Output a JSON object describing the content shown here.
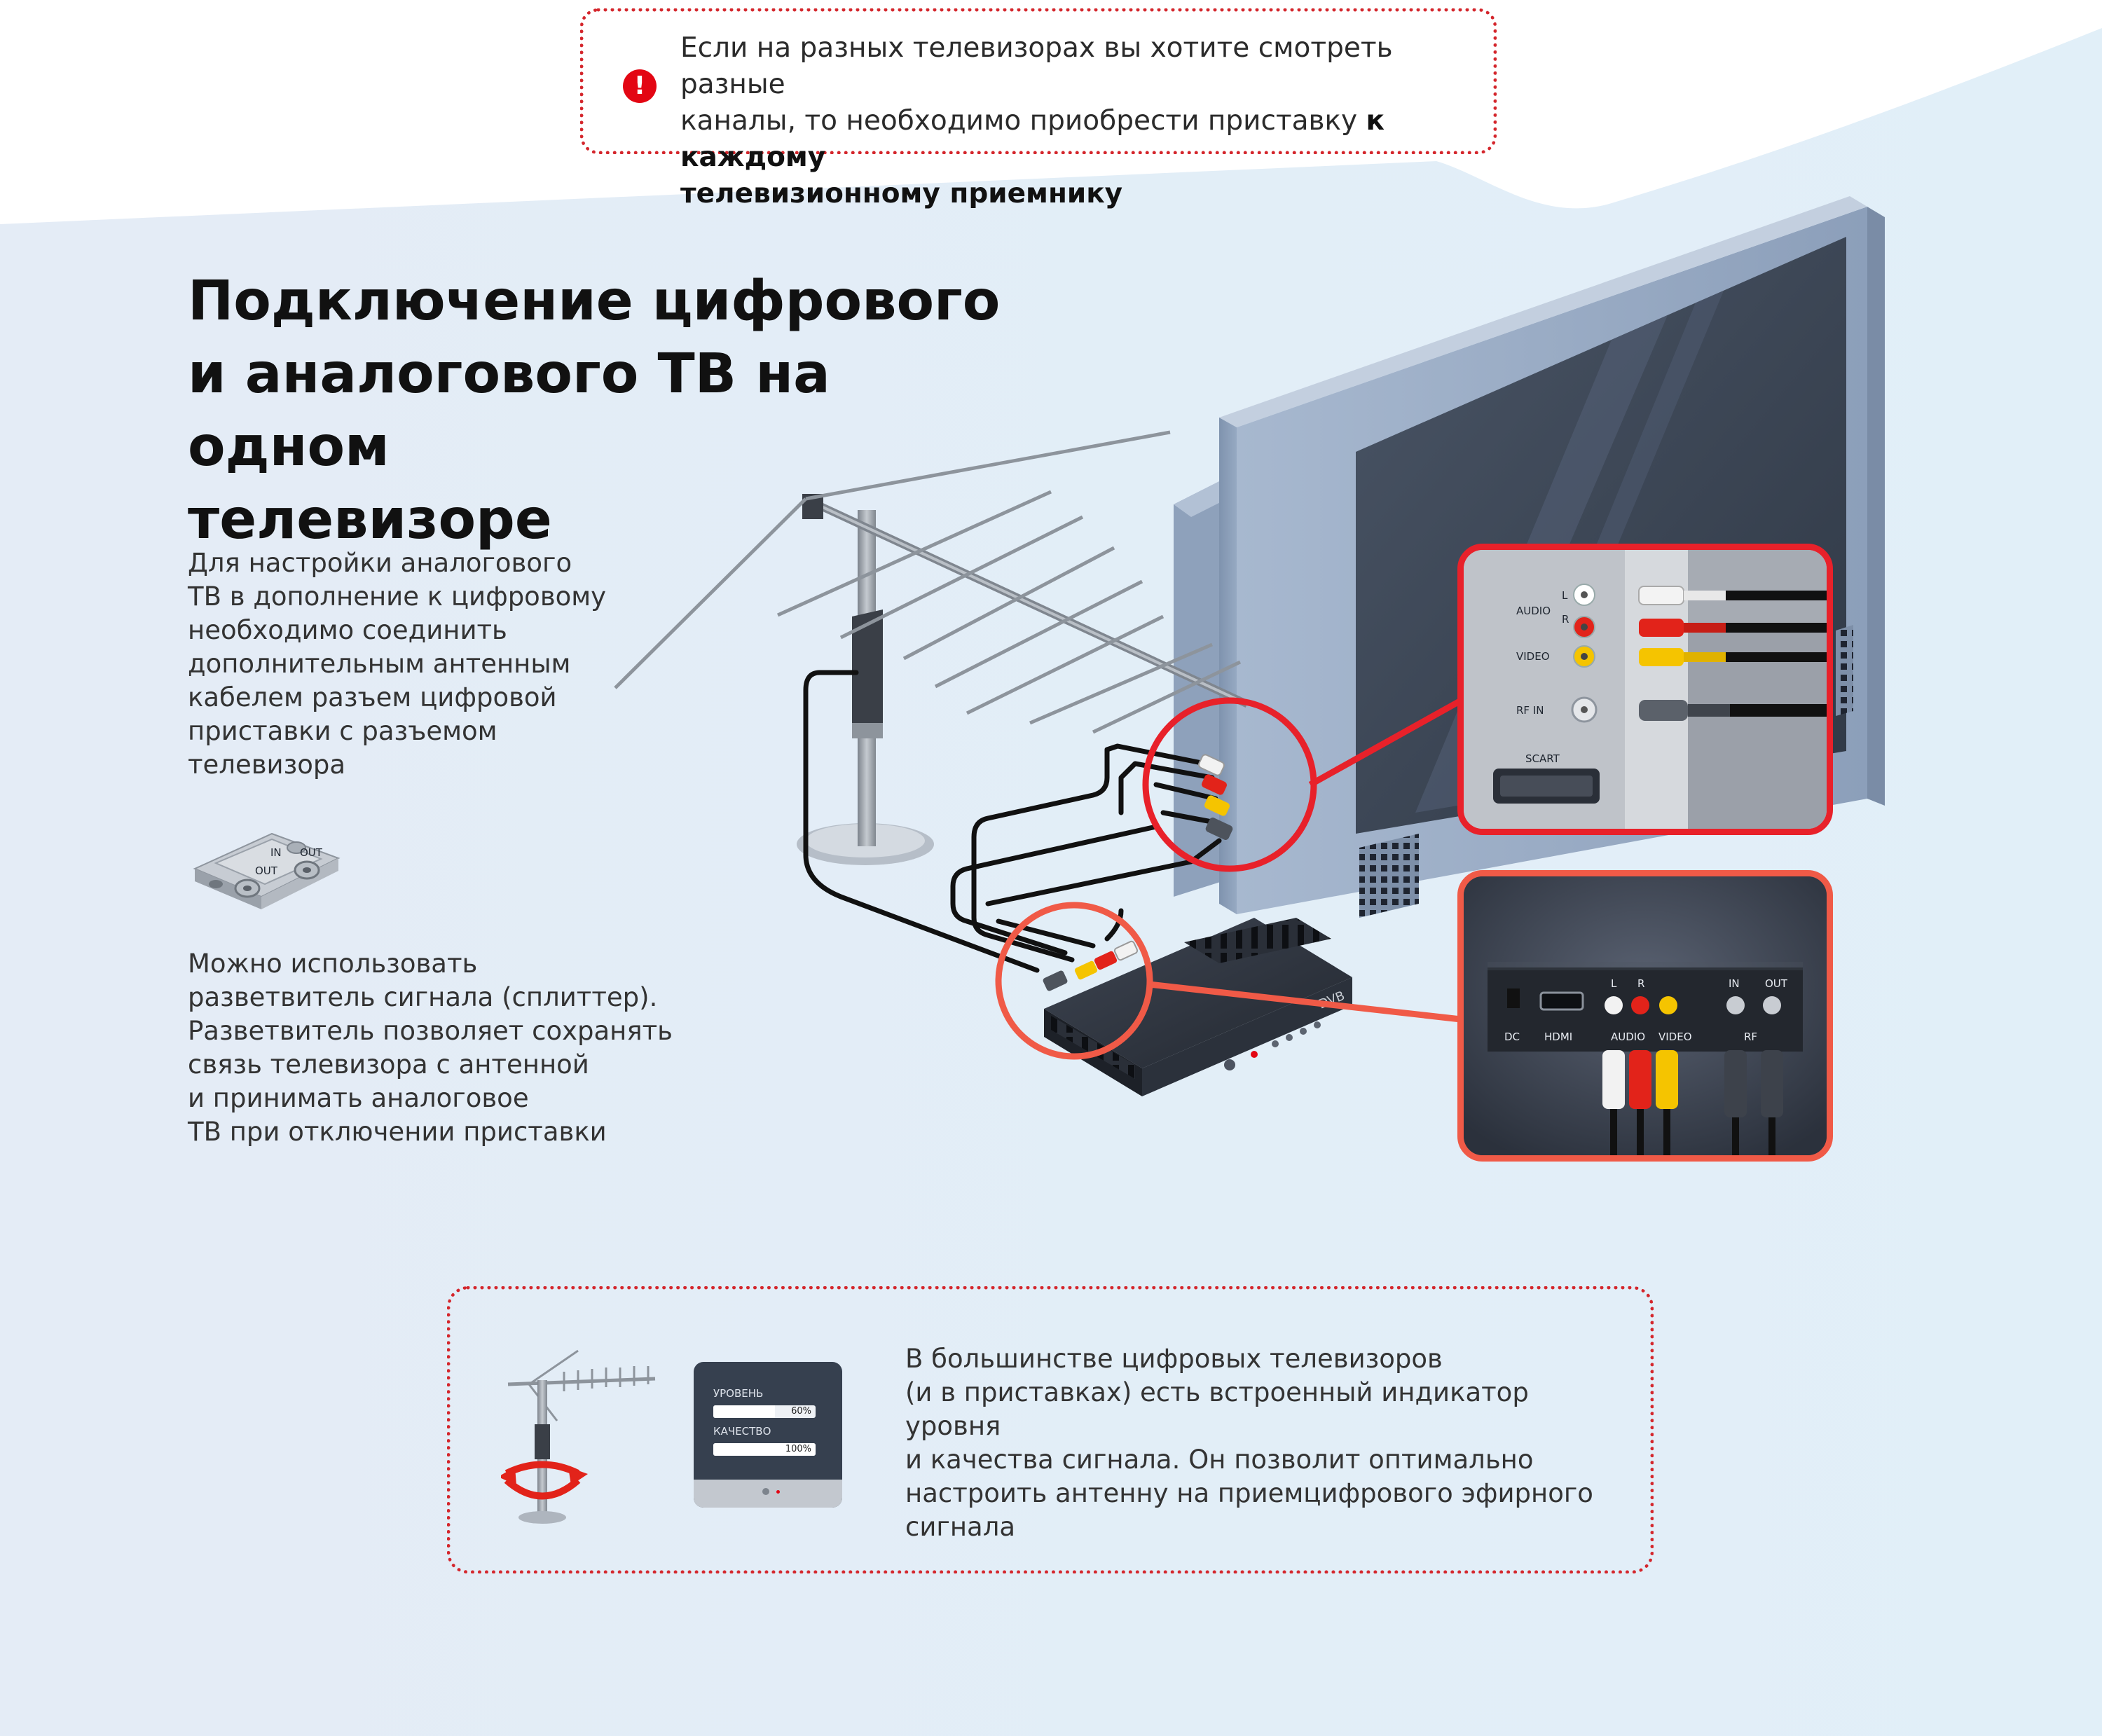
{
  "top_note": {
    "icon": "exclamation-icon",
    "text_lines": [
      "Если на разных телевизорах вы хотите смотреть разные",
      "каналы, то необходимо приобрести приставку "
    ],
    "bold_inline": "к каждому",
    "bold_line": "телевизионному приемнику"
  },
  "title_lines": [
    "Подключение цифрового",
    "и аналогового ТВ на одном",
    "телевизоре"
  ],
  "instruction_lines": [
    "Для настройки аналогового",
    "ТВ в дополнение к цифровому",
    "необходимо  соединить",
    "дополнительным антенным",
    "кабелем разъем цифровой",
    "приставки с разъемом",
    "телевизора"
  ],
  "splitter_lines": [
    "Можно использовать",
    "разветвитель сигнала (сплиттер).",
    "Разветвитель позволяет сохранять",
    "связь телевизора с антенной",
    "и принимать аналоговое",
    "ТВ при отключении приставки"
  ],
  "splitter_labels": {
    "in": "IN",
    "out1": "OUT",
    "out2": "OUT"
  },
  "tv_panel": {
    "audio": "AUDIO",
    "audio_l": "L",
    "audio_r": "R",
    "video": "VIDEO",
    "rf_in": "RF IN",
    "scart": "SCART"
  },
  "box_panel": {
    "dc": "DC",
    "hdmi": "HDMI",
    "l": "L",
    "r": "R",
    "audio": "AUDIO",
    "video": "VIDEO",
    "in": "IN",
    "out": "OUT",
    "rf": "RF"
  },
  "box_front_logo": "DVB",
  "bottom_note": {
    "signal_level_label": "УРОВЕНЬ",
    "signal_level_value": "60%",
    "signal_level_fraction": 0.6,
    "signal_quality_label": "КАЧЕСТВО",
    "signal_quality_value": "100%",
    "signal_quality_fraction": 1.0,
    "text_lines": [
      "В большинстве цифровых телевизоров",
      "(и в приставках) есть встроенный индикатор уровня",
      "и качества сигнала. Он позволит оптимально",
      "настроить антенну на приемцифрового эфирного",
      "сигнала"
    ]
  },
  "colors": {
    "accent_red": "#e30613",
    "callout_border_red": "#e8212a",
    "callout_border_coral": "#f05a47",
    "tv_frame": "#96a8c2",
    "screen": "#3c4656",
    "cable_white": "#f2f2f2",
    "cable_red": "#e2231a",
    "cable_yellow": "#f5c400"
  }
}
